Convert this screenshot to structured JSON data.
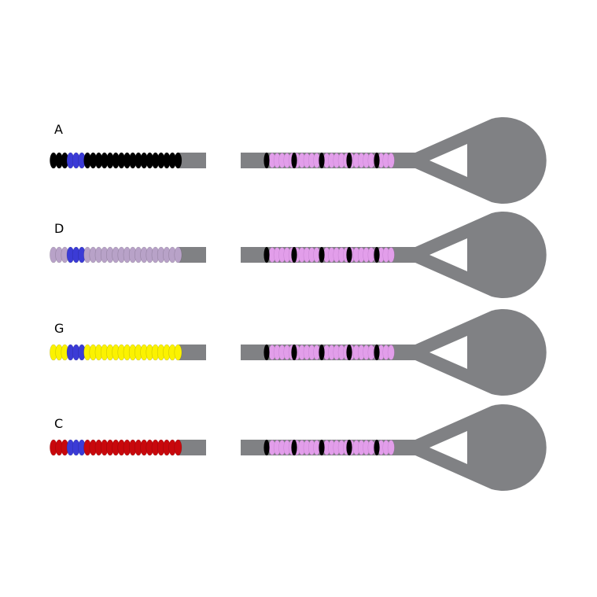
{
  "colors": {
    "stem": "#808184",
    "spacer_bead": "#e29eea",
    "spacer_band": "#000000",
    "barcode_bead": "#3b3bd6"
  },
  "rows": [
    {
      "label": "A",
      "bead_color": "#000000"
    },
    {
      "label": "D",
      "bead_color": "#b8a2c8"
    },
    {
      "label": "G",
      "bead_color": "#fbf200"
    },
    {
      "label": "C",
      "bead_color": "#c8080c"
    }
  ]
}
